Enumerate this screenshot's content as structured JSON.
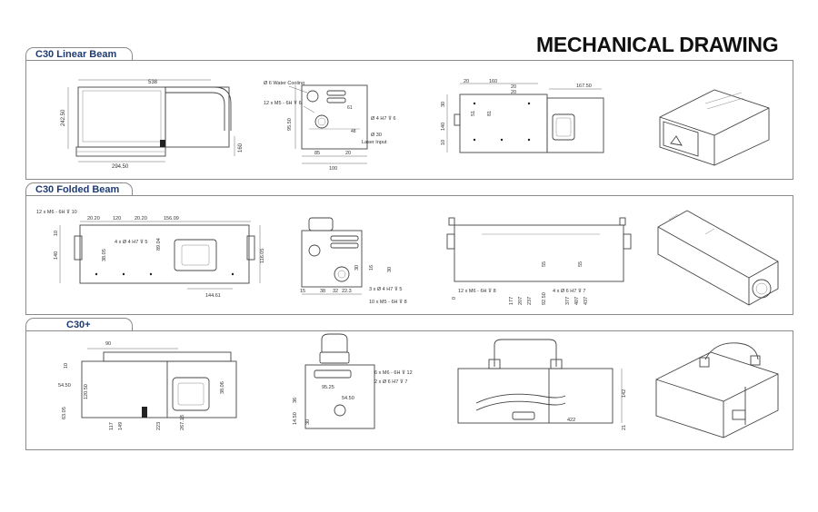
{
  "page_title": "MECHANICAL DRAWING",
  "sections": {
    "linear": {
      "tab": "C30 Linear Beam",
      "front": {
        "width": "538",
        "height": "242.50",
        "base": "294.50",
        "clearance": "160"
      },
      "end": {
        "water": "Ø 6 Water Cooling",
        "holes": "12 x  M5 - 6H ⊽ 6",
        "dia_h7": "Ø 4 H7 ⊽ 6",
        "dia_laser": "Ø 30",
        "laser": "Laser Input",
        "v_95": "95.50",
        "w_85": "85",
        "w_20": "20",
        "w_100": "100",
        "d_61": "61",
        "d_48": "48"
      },
      "top": {
        "d_20a": "20",
        "d_160": "160",
        "d_20b": "20",
        "d_20c": "20",
        "d_167": "167.50",
        "d_51": "51",
        "d_81": "81",
        "d_30": "30",
        "d_140": "140",
        "d_10": "10"
      }
    },
    "folded": {
      "tab": "C30 Folded Beam",
      "front": {
        "holes": "12 x  M6 - 6H ⊽ 10",
        "d_2020a": "20.20",
        "d_120": "120",
        "d_2020b": "20.20",
        "d_156": "156.09",
        "pins": "4 x  Ø 4 H7 ⊽ 5",
        "d_89": "89.04",
        "d_38": "38.05",
        "d_116": "116.05",
        "d_10": "10",
        "d_140": "140",
        "d_144": "144.61"
      },
      "end": {
        "d_15": "15",
        "d_38": "38",
        "d_32": "32",
        "d_223": "22.3",
        "d_30a": "30",
        "d_30b": "30",
        "d_16": "16",
        "pins": "3 x  Ø 4 H7 ⊽ 5",
        "holes": "10 x  M5 - 6H ⊽ 8"
      },
      "bottom": {
        "holes": "12 x  M6 - 6H ⊽ 8",
        "pins": "4 x  Ø 6 H7 ⊽ 7",
        "d_55": "55",
        "d_55b": "55",
        "d_0": "0",
        "d_177": "177",
        "d_207": "207",
        "d_237": "237",
        "d_9250": "92.50",
        "d_377": "377",
        "d_407": "407",
        "d_437": "437"
      }
    },
    "plus": {
      "tab": "C30+",
      "front": {
        "d_90": "90",
        "d_10": "10",
        "d_54": "54.50",
        "d_120": "120.50",
        "d_38": "38.06",
        "d_63": "63.05",
        "d_117": "117",
        "d_149": "149",
        "d_223": "223",
        "d_267": "267.18"
      },
      "end": {
        "holes": "6 x  M6 - 6H ⊽ 12",
        "pins": "2 x  Ø 6 H7 ⊽ 7",
        "d_95": "95.25",
        "d_54": "54.50",
        "d_36": "36",
        "d_30": "30",
        "d_1450": "14.50"
      },
      "side": {
        "d_142": "142",
        "d_422": "422",
        "d_21": "21"
      }
    }
  }
}
